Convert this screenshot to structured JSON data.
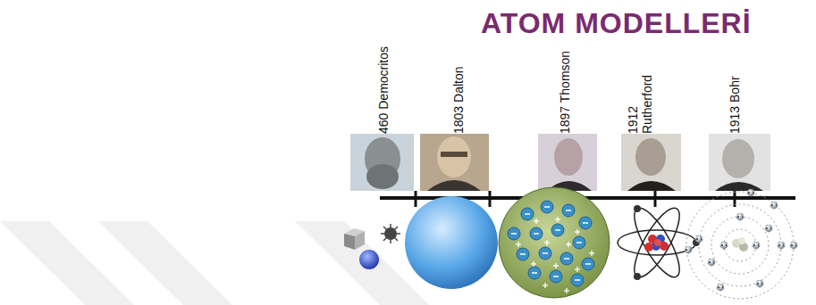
{
  "diagram": {
    "title": "ATOM MODELLERİ",
    "labels": [
      "460 Democritos",
      "1803 Dalton",
      "1897 Thomson",
      "1912 Rutherford",
      "1913 Bohr"
    ]
  }
}
